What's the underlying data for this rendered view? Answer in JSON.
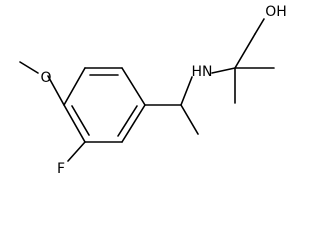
{
  "molecule": {
    "atoms": {
      "hydroxyl": "OH",
      "amine": "HN",
      "methoxy_oxygen": "O",
      "fluorine": "F"
    }
  }
}
